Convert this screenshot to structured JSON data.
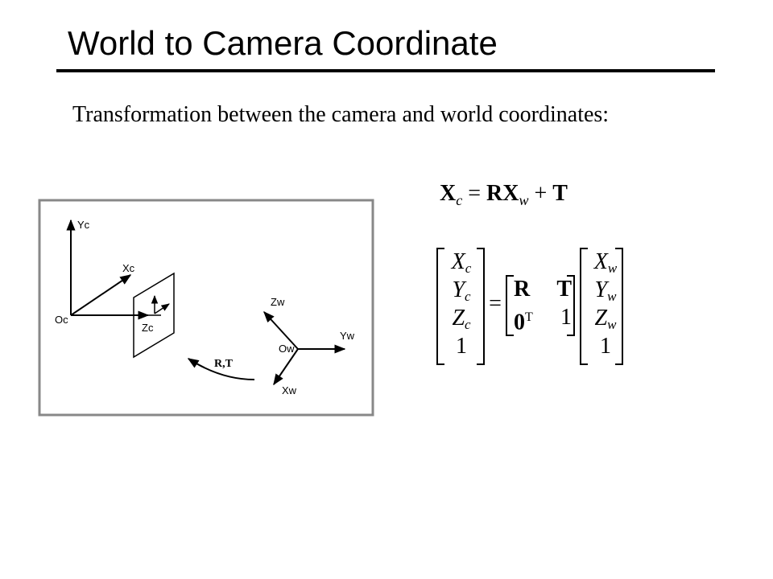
{
  "slide": {
    "title": "World to Camera Coordinate",
    "subtitle": "Transformation between the camera and world coordinates:"
  },
  "diagram": {
    "labels": {
      "yc": "Yc",
      "xc": "Xc",
      "oc": "Oc",
      "zc": "Zc",
      "zw": "Zw",
      "yw": "Yw",
      "ow": "Ow",
      "xw": "Xw",
      "rt": "R,T"
    }
  },
  "equation": {
    "top": {
      "lhs": "X",
      "lhs_sub": "c",
      "eq": " = ",
      "r": "RX",
      "r_sub": "w",
      "plus": " + ",
      "t": "T"
    },
    "matrix": {
      "camera_vector": [
        "X",
        "Y",
        "Z",
        "1"
      ],
      "camera_sub": "c",
      "equals": "=",
      "rt_row1": [
        "R",
        "T"
      ],
      "rt_row2_zero": "0",
      "rt_row2_zero_sup": "T",
      "rt_row2_one": "1",
      "world_vector": [
        "X",
        "Y",
        "Z",
        "1"
      ],
      "world_sub": "w"
    }
  }
}
